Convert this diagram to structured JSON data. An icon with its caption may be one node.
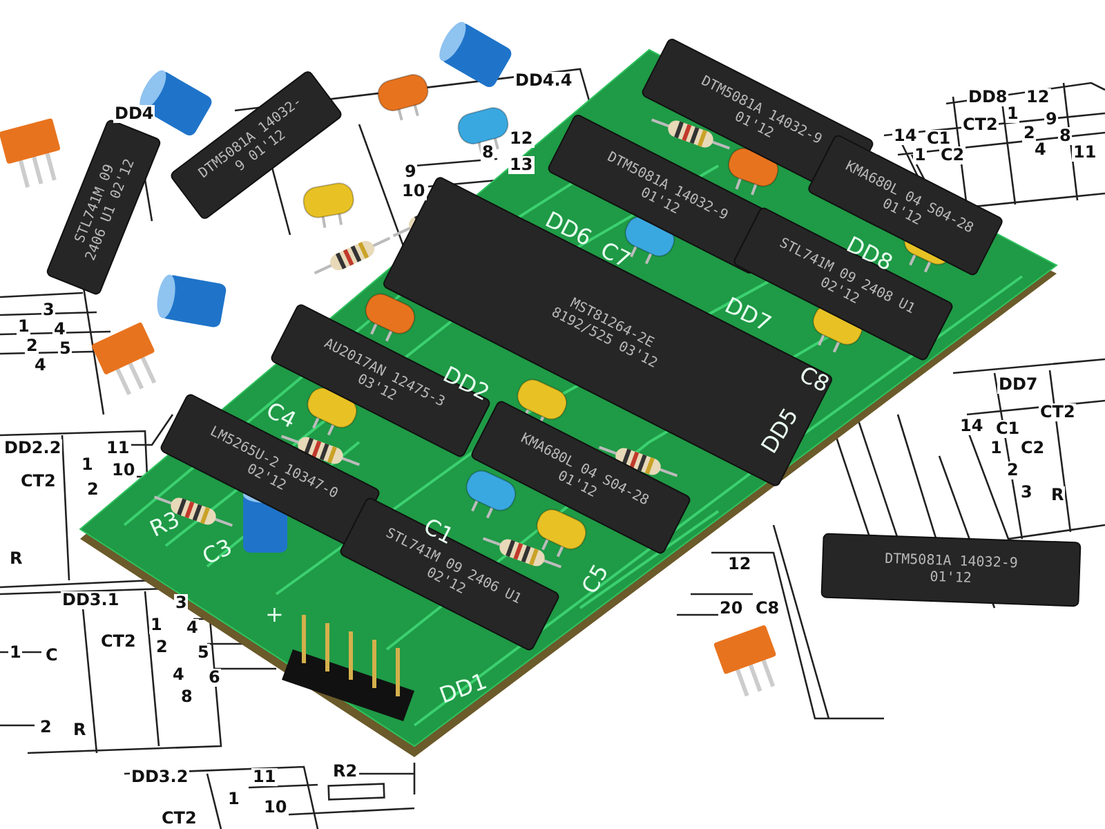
{
  "diagram": {
    "labels": [
      "DD4.4",
      "DD8",
      "12",
      "DD4",
      "12",
      "8",
      "9",
      "13",
      "10",
      "DTM5081A 14032-9 01'12",
      "DTM5081A 14032-9 01'12",
      "CT2",
      "1",
      "9",
      "14",
      "C1",
      "2",
      "8",
      "1",
      "C2",
      "4",
      "11",
      "DTM5081A 14032-9 01'12",
      "STL741M 09 2406 U1 02'12",
      "KMA680L 04 S04-28 01'12",
      "DD6",
      "C7",
      "DD8",
      "STL741M 09 2408 U1 02'12",
      "DD7",
      "3",
      "1",
      "4",
      "2",
      "5",
      "4",
      "MST81264-2E 8192/525 03'12",
      "AU2017AN 12475-3 03'12",
      "C8",
      "DD2",
      "DD7",
      "CT2",
      "14",
      "C1",
      "C4",
      "1",
      "C2",
      "DD5",
      "DD2.2",
      "11",
      "2",
      "1",
      "10",
      "CT2",
      "LM5265U-2 10347-0 02'12",
      "KMA680L 04 S04-28 01'12",
      "2",
      "3",
      "R",
      "R3",
      "C1",
      "C3",
      "R",
      "12",
      "DTM5081A 14032-9 01'12",
      "STL741M 09 2406 U1 02'12",
      "C5",
      "DD3.1",
      "3",
      "20",
      "C8",
      "+",
      "1",
      "4",
      "CT2",
      "1",
      "C",
      "2",
      "5",
      "4",
      "6",
      "8",
      "DD1",
      "2",
      "R",
      "DD3.2",
      "11",
      "R2",
      "1",
      "10",
      "CT2"
    ]
  }
}
